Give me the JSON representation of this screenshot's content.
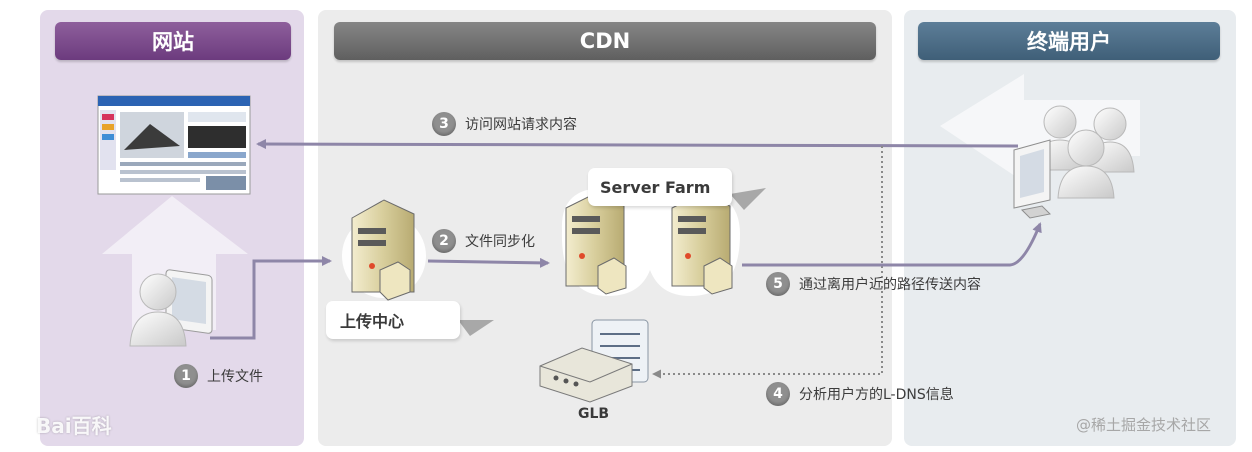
{
  "headers": {
    "website": "网站",
    "cdn": "CDN",
    "users": "终端用户"
  },
  "steps": [
    {
      "num": "1",
      "text": "上传文件"
    },
    {
      "num": "2",
      "text": "文件同步化"
    },
    {
      "num": "3",
      "text": "访问网站请求内容"
    },
    {
      "num": "4",
      "text": "分析用户方的L-DNS信息"
    },
    {
      "num": "5",
      "text": "通过离用户近的路径传送内容"
    }
  ],
  "labels": {
    "upload_center": "上传中心",
    "server_farm": "Server Farm",
    "glb": "GLB"
  },
  "watermarks": {
    "baidu": "Bai百科",
    "juejin": "@稀土掘金技术社区"
  },
  "colors": {
    "website_header": "#6c3b7e",
    "cdn_header": "#666666",
    "users_header": "#3f5f78",
    "arrow": "#8e86a8"
  }
}
